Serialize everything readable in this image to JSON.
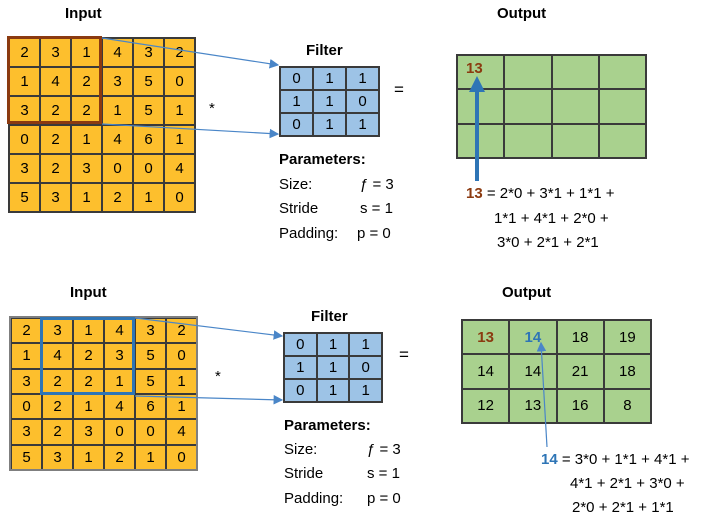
{
  "input_matrix": [
    [
      "2",
      "3",
      "1",
      "4",
      "3",
      "2"
    ],
    [
      "1",
      "4",
      "2",
      "3",
      "5",
      "0"
    ],
    [
      "3",
      "2",
      "2",
      "1",
      "5",
      "1"
    ],
    [
      "0",
      "2",
      "1",
      "4",
      "6",
      "1"
    ],
    [
      "3",
      "2",
      "3",
      "0",
      "0",
      "4"
    ],
    [
      "5",
      "3",
      "1",
      "2",
      "1",
      "0"
    ]
  ],
  "filter_matrix": [
    [
      "0",
      "1",
      "1"
    ],
    [
      "1",
      "1",
      "0"
    ],
    [
      "0",
      "1",
      "1"
    ]
  ],
  "colors": {
    "input": "#fdbf2d",
    "filter": "#9dc3e6",
    "output": "#a9d18e",
    "brown": "#8b3a10",
    "blue": "#2e75b6"
  },
  "top": {
    "input_label": "Input",
    "output_label": "Output",
    "filter_label": "Filter",
    "star": "*",
    "equals": "=",
    "params": {
      "title": "Parameters:",
      "rows": [
        {
          "name": "Size:",
          "value": "ƒ = 3"
        },
        {
          "name": "Stride",
          "value": "s = 1"
        },
        {
          "name": "Padding:",
          "value": "p = 0"
        }
      ]
    },
    "output_cell": "13",
    "eq_value": "13",
    "eq_line1": " = 2*0 + 3*1 + 1*1 +",
    "eq_line2": "1*1 + 4*1 + 2*0 +",
    "eq_line3": "3*0 + 2*1 + 2*1"
  },
  "bottom": {
    "input_label": "Input",
    "output_label": "Output",
    "filter_label": "Filter",
    "star": "*",
    "equals": "=",
    "params": {
      "title": "Parameters:",
      "rows": [
        {
          "name": "Size:",
          "value": "ƒ = 3"
        },
        {
          "name": "Stride",
          "value": "s = 1"
        },
        {
          "name": "Padding:",
          "value": "p = 0"
        }
      ]
    },
    "output_matrix": [
      [
        "13",
        "14",
        "18",
        "19"
      ],
      [
        "14",
        "14",
        "21",
        "18"
      ],
      [
        "12",
        "13",
        "16",
        "8"
      ]
    ],
    "eq_value": "14",
    "eq_line1": " = 3*0 + 1*1 + 4*1 +",
    "eq_line2": "4*1 + 2*1 + 3*0 +",
    "eq_line3": "2*0 + 2*1 + 1*1"
  }
}
